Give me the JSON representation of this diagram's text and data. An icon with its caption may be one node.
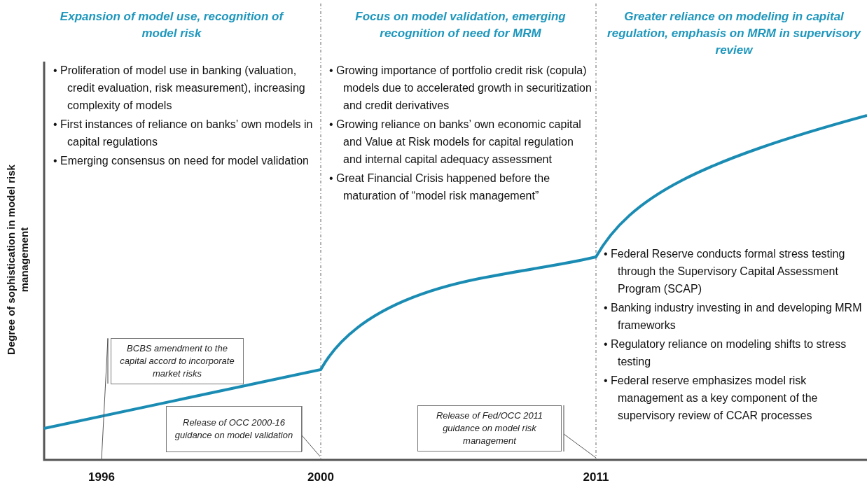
{
  "diagram": {
    "nodes": [
      {
        "text": [
          "BCBS amendment to the capital accord to incorporate market risks"
        ]
      },
      {
        "text": [
          "Release of OCC 2000-16 guidance on model validation"
        ]
      },
      {
        "text": [
          "Release of Fed/OCC 2011 guidance on model risk management"
        ]
      }
    ],
    "edges": [
      {
        "from": 0,
        "to": null,
        "arrow": "none"
      },
      {
        "from": 1,
        "to": null,
        "arrow": "none"
      },
      {
        "from": 2,
        "to": null,
        "arrow": "none"
      }
    ],
    "labels": [
      "Expansion of model use, recognition of model risk",
      "Focus on model validation, emerging recognition of need for  MRM",
      "Greater reliance on modeling in capital regulation, emphasis on MRM in supervisory  review",
      "• Proliferation of model use in banking (valuation, credit evaluation, risk measurement), increasing complexity of models",
      "• First instances of reliance on banks’ own models in capital regulations",
      "• Emerging consensus on need for model validation",
      "• Growing importance of portfolio credit risk (copula) models due to accelerated growth in securitization and credit derivatives",
      "• Growing reliance on banks’ own economic capital and Value at Risk models for capital regulation and internal capital adequacy assessment",
      "• Great Financial Crisis happened before the maturation of “model risk management”",
      "• Federal Reserve conducts formal stress testing through the Supervisory Capital Assessment Program (SCAP)",
      "• Banking industry investing in and developing MRM frameworks",
      "• Regulatory reliance on modeling  shifts to stress testing",
      "• Federal reserve  emphasizes model risk management as a key component of the supervisory review of CCAR processes",
      "Degree of sophistication in model risk management",
      "1996",
      "2000",
      "2011"
    ]
  }
}
